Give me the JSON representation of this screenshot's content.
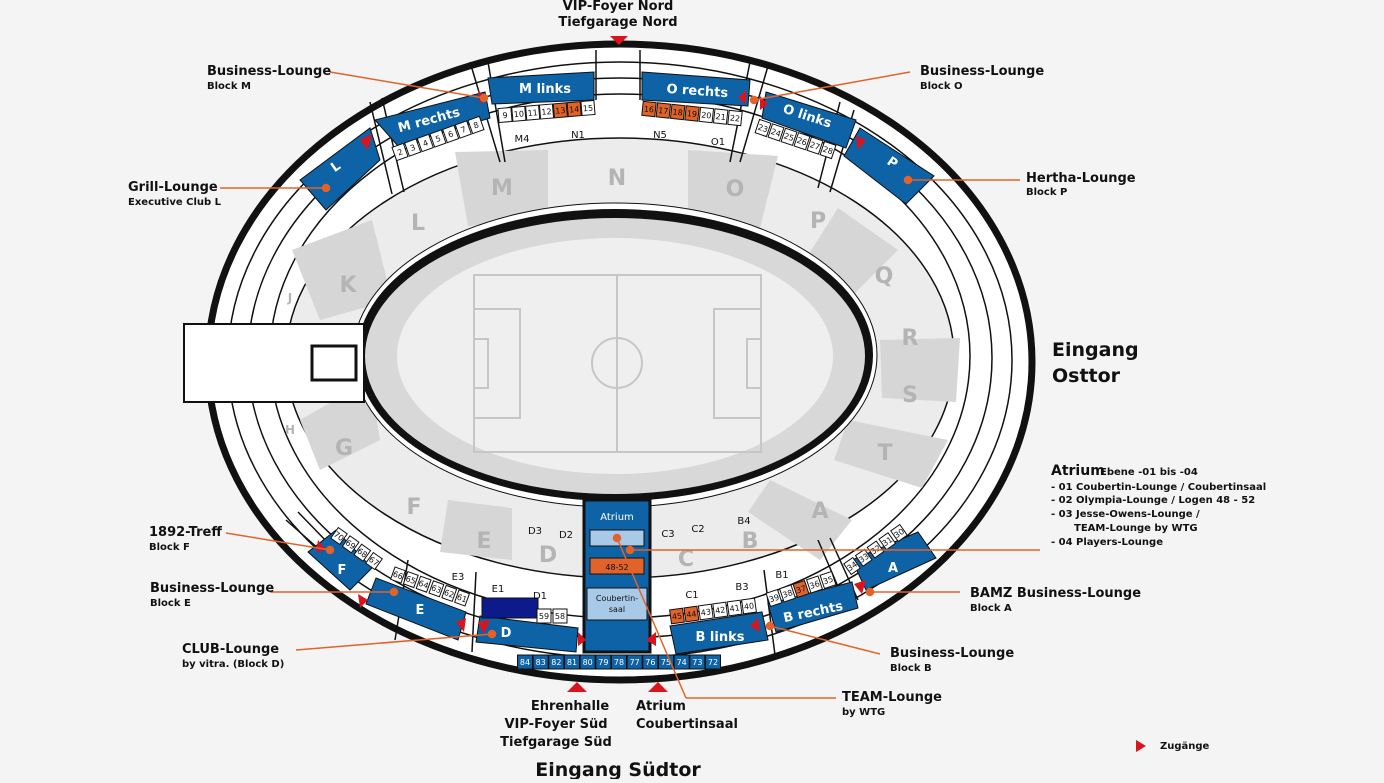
{
  "top": {
    "line1": "VIP-Foyer Nord",
    "line2": "Tiefgarage Nord"
  },
  "east": {
    "line1": "Eingang",
    "line2": "Osttor"
  },
  "south": {
    "title": "Eingang Südtor",
    "ehrenhalle": [
      "Ehrenhalle",
      "VIP-Foyer Süd",
      "Tiefgarage Süd"
    ],
    "atrium": [
      "Atrium",
      "Coubertinsaal"
    ]
  },
  "lounges": {
    "business_m": {
      "name": "Business-Lounge",
      "sub": "Block M"
    },
    "business_o": {
      "name": "Business-Lounge",
      "sub": "Block O"
    },
    "grill": {
      "name": "Grill-Lounge",
      "sub": "Executive Club L"
    },
    "hertha": {
      "name": "Hertha-Lounge",
      "sub": "Block P"
    },
    "treff1892": {
      "name": "1892-Treff",
      "sub": "Block F"
    },
    "business_e": {
      "name": "Business-Lounge",
      "sub": "Block E"
    },
    "club": {
      "name": "CLUB-Lounge",
      "sub": "by vitra. (Block D)"
    },
    "bamz": {
      "name": "BAMZ Business-Lounge",
      "sub": "Block A"
    },
    "business_b": {
      "name": "Business-Lounge",
      "sub": "Block B"
    },
    "team": {
      "name": "TEAM-Lounge",
      "sub": "by WTG"
    }
  },
  "atrium_info": {
    "title": "Atrium",
    "levels": "Ebene -01 bis -04",
    "lines": [
      "- 01 Coubertin-Lounge / Coubertinsaal",
      "- 02 Olympia-Lounge / Logen 48 - 52",
      "- 03 Jesse-Owens-Lounge /",
      "TEAM-Lounge by WTG",
      "- 04 Players-Lounge"
    ]
  },
  "legend": {
    "label": "Zugänge"
  },
  "blocks": [
    "L",
    "M",
    "N",
    "O",
    "P",
    "Q",
    "R",
    "S",
    "T",
    "A",
    "B",
    "C",
    "D",
    "E",
    "F",
    "G",
    "H",
    "J",
    "K"
  ],
  "sections": {
    "m_rechts": "M rechts",
    "m_links": "M links",
    "o_rechts": "O rechts",
    "o_links": "O links",
    "L": "L",
    "P": "P",
    "F": "F",
    "E": "E",
    "D": "D",
    "A": "A",
    "b_links": "B links",
    "b_rechts": "B rechts",
    "m4": "M4",
    "n1": "N1",
    "n5": "N5",
    "o1": "O1",
    "d3": "D3",
    "d2": "D2",
    "d1": "D1",
    "e1": "E1",
    "e3": "E3",
    "c3": "C3",
    "c2": "C2",
    "b4": "B4",
    "c1": "C1",
    "b3": "B3",
    "b1": "B1"
  },
  "atrium_box": {
    "title": "Atrium",
    "logen": "48-52",
    "saal1": "Coubertin-",
    "saal2": "saal"
  },
  "box_numbers": {
    "north_left": [
      "2",
      "3",
      "4",
      "5",
      "6",
      "7",
      "8"
    ],
    "north_m": [
      "9",
      "10",
      "11",
      "12",
      "13",
      "14",
      "15"
    ],
    "north_o": [
      "16",
      "17",
      "18",
      "19",
      "20",
      "21",
      "22"
    ],
    "north_right": [
      "23",
      "24",
      "25",
      "26",
      "27",
      "28"
    ],
    "sw": [
      "70",
      "69",
      "68",
      "67"
    ],
    "e_row": [
      "66",
      "65",
      "64",
      "63",
      "62",
      "61"
    ],
    "d_row": [
      "59",
      "58"
    ],
    "south": [
      "84",
      "83",
      "82",
      "81",
      "80",
      "79",
      "78",
      "77",
      "76",
      "75",
      "74",
      "73",
      "72"
    ],
    "b_row": [
      "45",
      "44",
      "43",
      "42",
      "41",
      "40"
    ],
    "br_row": [
      "39",
      "38",
      "37",
      "36",
      "35"
    ],
    "a_row": [
      "34",
      "33",
      "32",
      "31",
      "30"
    ]
  },
  "colors": {
    "blue": "#0e62a6",
    "orange": "#e2632a",
    "red": "#d9141c",
    "navy": "#0d1a8c",
    "light": "#a9c9e8"
  }
}
